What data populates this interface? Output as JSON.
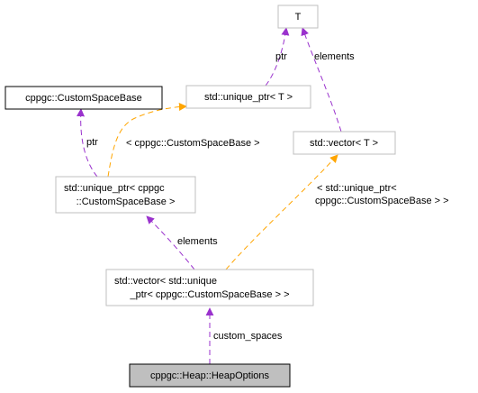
{
  "colors": {
    "composition_edge": "#9a32cd",
    "template_edge": "#ffa500",
    "gray_border": "#bfbfbf",
    "black_border": "#000000",
    "highlight_fill": "#bfbfbf"
  },
  "nodes": {
    "t": {
      "lines": [
        "T"
      ]
    },
    "unique_ptr_t": {
      "lines": [
        "std::unique_ptr< T >"
      ]
    },
    "vector_t": {
      "lines": [
        "std::vector< T >"
      ]
    },
    "custom_space_base": {
      "lines": [
        "cppgc::CustomSpaceBase"
      ]
    },
    "unique_ptr_csb": {
      "lines": [
        "std::unique_ptr< cppgc",
        "::CustomSpaceBase >"
      ]
    },
    "vector_unique_ptr_csb": {
      "lines": [
        "std::vector< std::unique",
        "_ptr< cppgc::CustomSpaceBase > >"
      ]
    },
    "heap_options": {
      "lines": [
        "cppgc::Heap::HeapOptions"
      ]
    }
  },
  "edges": {
    "ptr_to_t": {
      "labels": [
        "ptr"
      ]
    },
    "elements_to_t": {
      "labels": [
        "elements"
      ]
    },
    "ptr_to_csb": {
      "labels": [
        "ptr"
      ]
    },
    "tmpl_unique_ptr": {
      "labels": [
        "< cppgc::CustomSpaceBase >"
      ]
    },
    "tmpl_vector": {
      "labels": [
        "< std::unique_ptr<",
        "cppgc::CustomSpaceBase > >"
      ]
    },
    "elements_to_unique_ptr": {
      "labels": [
        "elements"
      ]
    },
    "custom_spaces": {
      "labels": [
        "custom_spaces"
      ]
    }
  }
}
